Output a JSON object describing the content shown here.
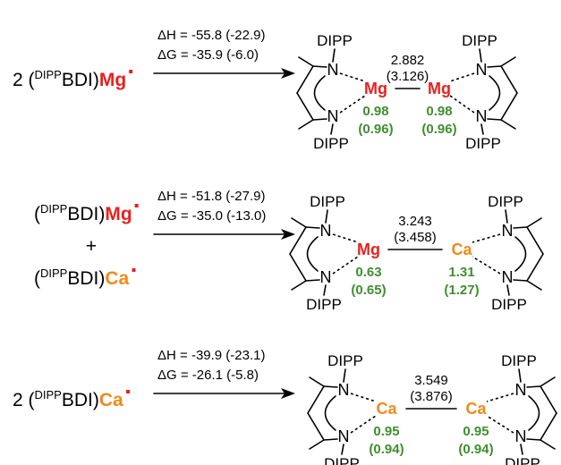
{
  "colors": {
    "Mg": "#e8211e",
    "Ca": "#f08a1a",
    "charge": "#3f8f2e",
    "radical": "#e8211e"
  },
  "reactions": [
    {
      "reactants": [
        {
          "coef": "2",
          "ligand_sup": "DIPP",
          "ligand_text": "BDI)",
          "metal": "Mg"
        }
      ],
      "plus": "",
      "conditions": [
        "ΔH = -55.8 (-22.9)",
        "ΔG = -35.9 (-6.0)"
      ],
      "product": {
        "left": {
          "metal": "Mg",
          "charge": "0.98",
          "charge2": "(0.96)"
        },
        "right": {
          "metal": "Mg",
          "charge": "0.98",
          "charge2": "(0.96)"
        },
        "bond": "2.882",
        "bond2": "(3.126)",
        "sub": "DIPP",
        "N": "N"
      }
    },
    {
      "reactants": [
        {
          "coef": "",
          "ligand_sup": "DIPP",
          "ligand_text": "BDI)",
          "metal": "Mg"
        },
        {
          "coef": "",
          "ligand_sup": "DIPP",
          "ligand_text": "BDI)",
          "metal": "Ca"
        }
      ],
      "plus": "+",
      "conditions": [
        "ΔH = -51.8 (-27.9)",
        "ΔG = -35.0 (-13.0)"
      ],
      "product": {
        "left": {
          "metal": "Mg",
          "charge": "0.63",
          "charge2": "(0.65)"
        },
        "right": {
          "metal": "Ca",
          "charge": "1.31",
          "charge2": "(1.27)"
        },
        "bond": "3.243",
        "bond2": "(3.458)",
        "sub": "DIPP",
        "N": "N"
      }
    },
    {
      "reactants": [
        {
          "coef": "2",
          "ligand_sup": "DIPP",
          "ligand_text": "BDI)",
          "metal": "Ca"
        }
      ],
      "plus": "",
      "conditions": [
        "ΔH = -39.9 (-23.1)",
        "ΔG = -26.1 (-5.8)"
      ],
      "product": {
        "left": {
          "metal": "Ca",
          "charge": "0.95",
          "charge2": "(0.94)"
        },
        "right": {
          "metal": "Ca",
          "charge": "0.95",
          "charge2": "(0.94)"
        },
        "bond": "3.549",
        "bond2": "(3.876)",
        "sub": "DIPP",
        "N": "N"
      }
    }
  ]
}
